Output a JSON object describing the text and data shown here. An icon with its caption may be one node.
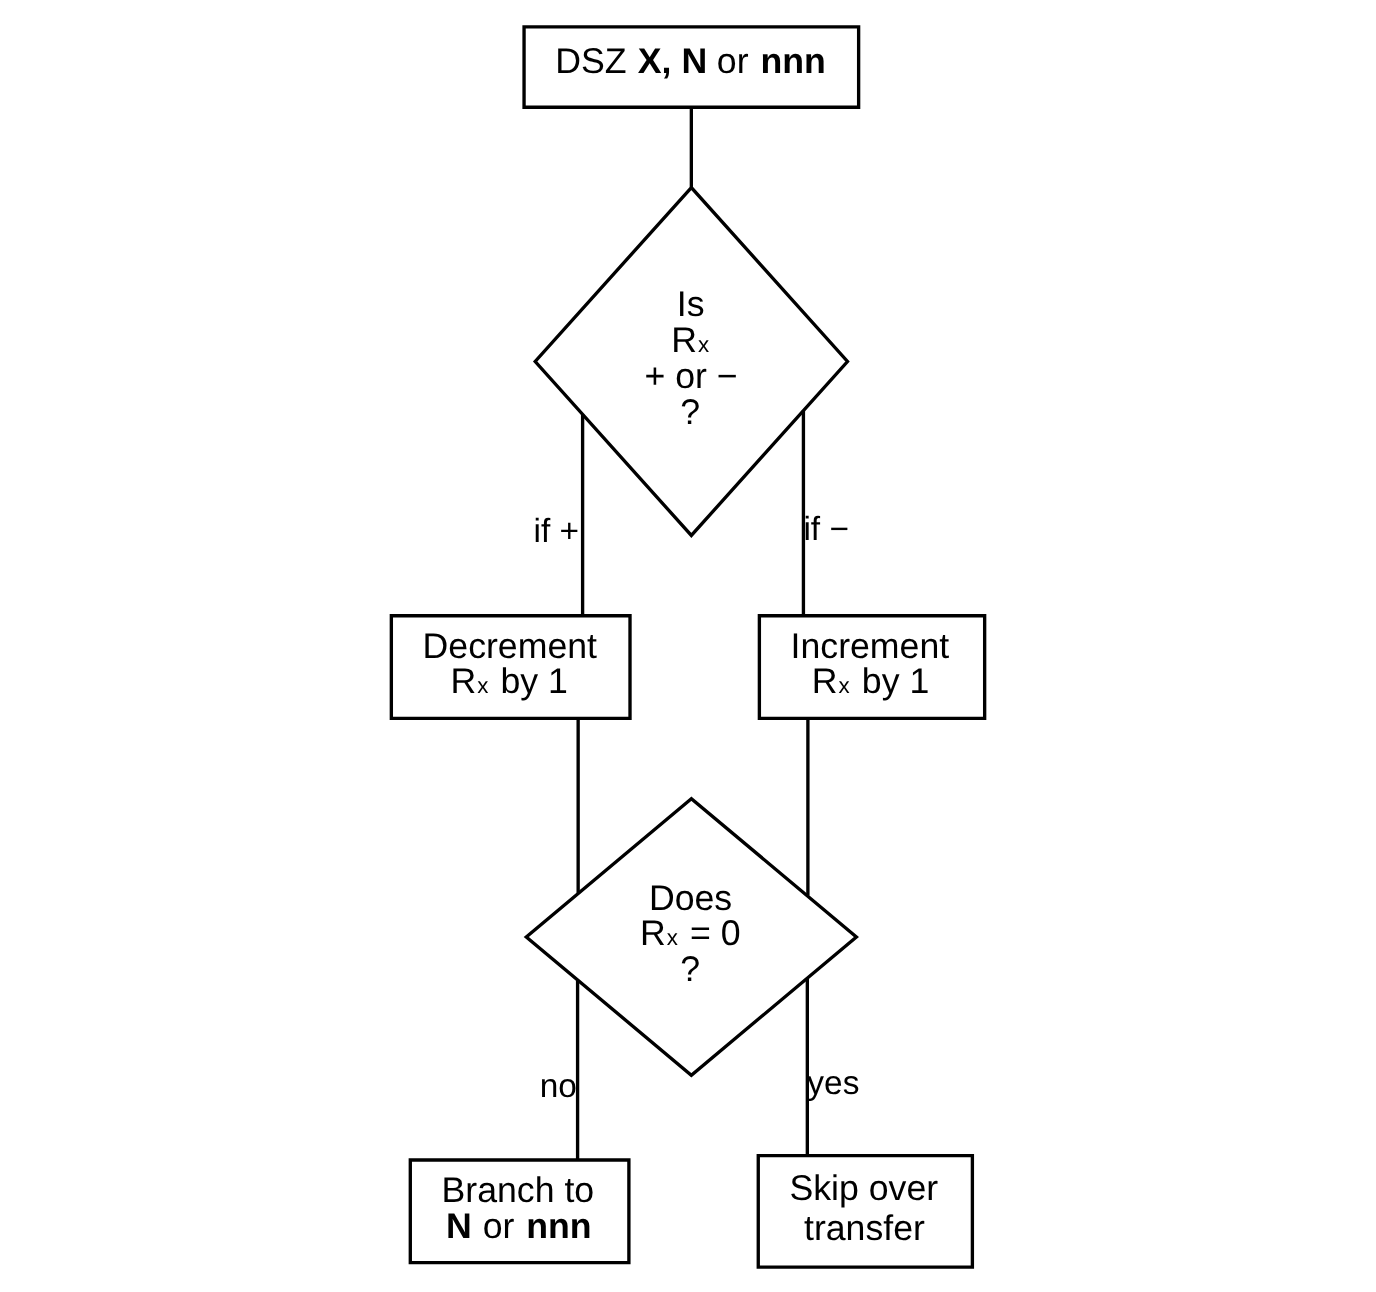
{
  "diagram": {
    "nodes": [
      {
        "text": [
          "DSZ **X, N** or **nnn**"
        ]
      },
      {
        "text": [
          "Is R$_{x}$ + or − ?"
        ]
      },
      {
        "text": [
          "Decrement R$_{x}$ by 1"
        ]
      },
      {
        "text": [
          "Increment R$_{x}$ by 1"
        ]
      },
      {
        "text": [
          "Does R$_{x}$ = 0 ?"
        ]
      },
      {
        "text": [
          "Branch to **N** or **nnn**"
        ]
      },
      {
        "text": [
          "Skip over transfer"
        ]
      }
    ],
    "edges": [
      {
        "from": 0,
        "to": 1,
        "arrow": "none"
      },
      {
        "from": 1,
        "to": 2,
        "label": "if +",
        "arrow": "none"
      },
      {
        "from": 1,
        "to": 3,
        "label": "if −",
        "arrow": "none"
      },
      {
        "from": 2,
        "to": 4,
        "arrow": "none"
      },
      {
        "from": 3,
        "to": 4,
        "arrow": "none"
      },
      {
        "from": 4,
        "to": 5,
        "label": "no",
        "arrow": "none"
      },
      {
        "from": 4,
        "to": 6,
        "label": "yes",
        "arrow": "none"
      }
    ]
  }
}
